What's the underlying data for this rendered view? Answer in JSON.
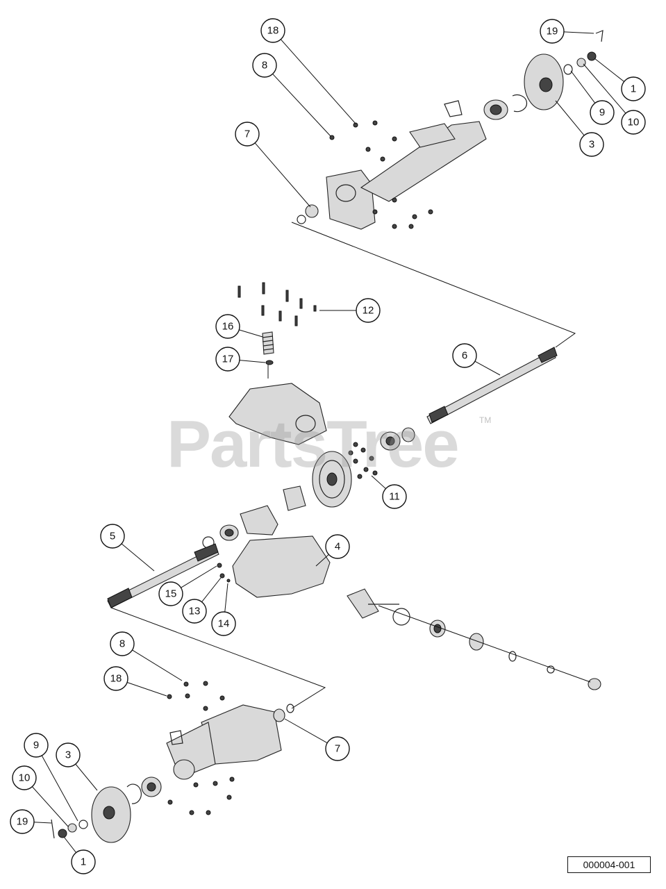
{
  "diagram": {
    "id_label": "000004-001",
    "watermark": "PartsTree",
    "watermark_tm": "TM",
    "callouts": [
      {
        "key": "c19a",
        "label": "19"
      },
      {
        "key": "c18a",
        "label": "18"
      },
      {
        "key": "c8a",
        "label": "8"
      },
      {
        "key": "c1a",
        "label": "1"
      },
      {
        "key": "c9a",
        "label": "9"
      },
      {
        "key": "c10a",
        "label": "10"
      },
      {
        "key": "c3a",
        "label": "3"
      },
      {
        "key": "c7a",
        "label": "7"
      },
      {
        "key": "c12",
        "label": "12"
      },
      {
        "key": "c16",
        "label": "16"
      },
      {
        "key": "c17",
        "label": "17"
      },
      {
        "key": "c6",
        "label": "6"
      },
      {
        "key": "c11",
        "label": "11"
      },
      {
        "key": "c5",
        "label": "5"
      },
      {
        "key": "c4",
        "label": "4"
      },
      {
        "key": "c15",
        "label": "15"
      },
      {
        "key": "c13",
        "label": "13"
      },
      {
        "key": "c14",
        "label": "14"
      },
      {
        "key": "c8b",
        "label": "8"
      },
      {
        "key": "c18b",
        "label": "18"
      },
      {
        "key": "c7b",
        "label": "7"
      },
      {
        "key": "c9b",
        "label": "9"
      },
      {
        "key": "c3b",
        "label": "3"
      },
      {
        "key": "c10b",
        "label": "10"
      },
      {
        "key": "c19b",
        "label": "19"
      },
      {
        "key": "c1b",
        "label": "1"
      }
    ]
  }
}
